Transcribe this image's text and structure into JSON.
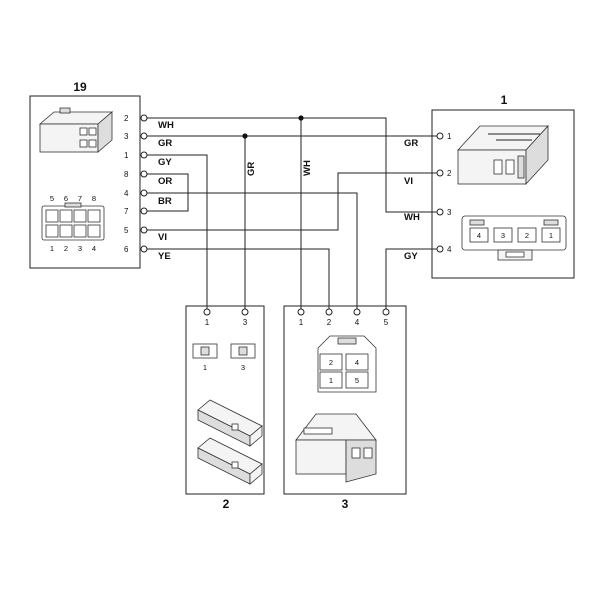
{
  "connectors": {
    "c19": {
      "title": "19",
      "pins": [
        "2",
        "3",
        "1",
        "8",
        "4",
        "7",
        "5",
        "6"
      ],
      "face_top": [
        "5",
        "6",
        "7",
        "8"
      ],
      "face_bottom": [
        "1",
        "2",
        "3",
        "4"
      ]
    },
    "c1": {
      "title": "1",
      "pins": [
        "1",
        "2",
        "3",
        "4"
      ],
      "face": [
        "4",
        "3",
        "2",
        "1"
      ]
    },
    "c2": {
      "title": "2",
      "pins": [
        "1",
        "3"
      ],
      "terminals": [
        "1",
        "3"
      ]
    },
    "c3": {
      "title": "3",
      "pins": [
        "1",
        "2",
        "4",
        "5"
      ],
      "face": [
        "2",
        "4",
        "1",
        "5"
      ]
    }
  },
  "wires": {
    "wh_left": "WH",
    "gr_left": "GR",
    "gy_left": "GY",
    "or_left": "OR",
    "br_left": "BR",
    "vi_left": "VI",
    "ye_left": "YE",
    "gr_vert": "GR",
    "wh_vert": "WH",
    "gr_right": "GR",
    "vi_right": "VI",
    "wh_right": "WH",
    "gy_right": "GY"
  }
}
